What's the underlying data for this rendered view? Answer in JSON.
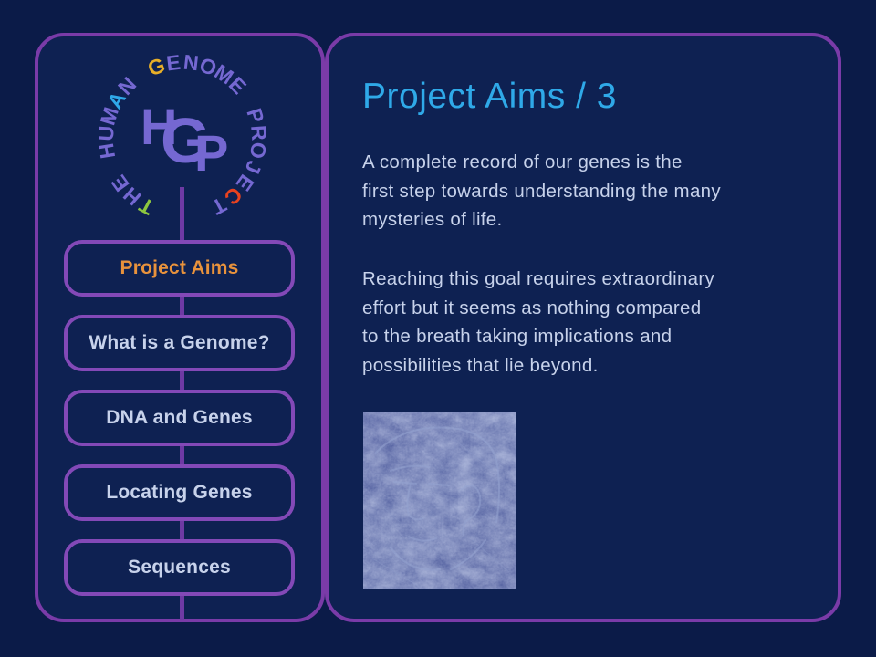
{
  "theme": {
    "bg-outer": "#0B1B48",
    "bg-panel": "#0E2152",
    "border-purple": "#7A3BA8",
    "button-border": "#8349B7",
    "connector": "#6E3AA4",
    "title-blue": "#2FA9E8",
    "text-light": "#C7D2EB",
    "active-orange": "#E8923C",
    "logo-purple": "#7568D2",
    "logo-green": "#8DC63F",
    "logo-blue": "#2FA8E8",
    "logo-gold": "#E8AF28",
    "logo-red": "#E8421F"
  },
  "logo": {
    "ring_text": "THE HUMAN GENOME PROJECT",
    "monogram_letters": [
      "H",
      "G",
      "P"
    ],
    "ring_letters": [
      {
        "ch": "T",
        "color": "#8DC63F"
      },
      {
        "ch": "H"
      },
      {
        "ch": "E"
      },
      {
        "ch": " "
      },
      {
        "ch": "H"
      },
      {
        "ch": "U"
      },
      {
        "ch": "M"
      },
      {
        "ch": "A",
        "color": "#2FA8E8"
      },
      {
        "ch": "N"
      },
      {
        "ch": " "
      },
      {
        "ch": "G",
        "color": "#E8AF28"
      },
      {
        "ch": "E"
      },
      {
        "ch": "N"
      },
      {
        "ch": "O"
      },
      {
        "ch": "M"
      },
      {
        "ch": "E"
      },
      {
        "ch": " "
      },
      {
        "ch": "P"
      },
      {
        "ch": "R"
      },
      {
        "ch": "O"
      },
      {
        "ch": "J"
      },
      {
        "ch": "E"
      },
      {
        "ch": "C",
        "color": "#E8421F"
      },
      {
        "ch": "T"
      }
    ],
    "ring_start_angle": -152,
    "ring_step": 13.2,
    "ring_radius": 84
  },
  "sidebar": {
    "items": [
      {
        "label": "Project Aims",
        "active": true
      },
      {
        "label": "What is a Genome?",
        "active": false
      },
      {
        "label": "DNA and Genes",
        "active": false
      },
      {
        "label": "Locating Genes",
        "active": false
      },
      {
        "label": "Sequences",
        "active": false
      }
    ]
  },
  "main": {
    "title": "Project Aims / 3",
    "paragraphs": [
      [
        "A complete record of our genes is the",
        "first step towards understanding the many",
        "mysteries of life."
      ],
      [
        "Reaching this goal requires extraordinary",
        "effort but it seems as nothing compared",
        "to the breath taking implications and",
        "possibilities that lie beyond."
      ]
    ],
    "image_name": "face-sketch"
  }
}
